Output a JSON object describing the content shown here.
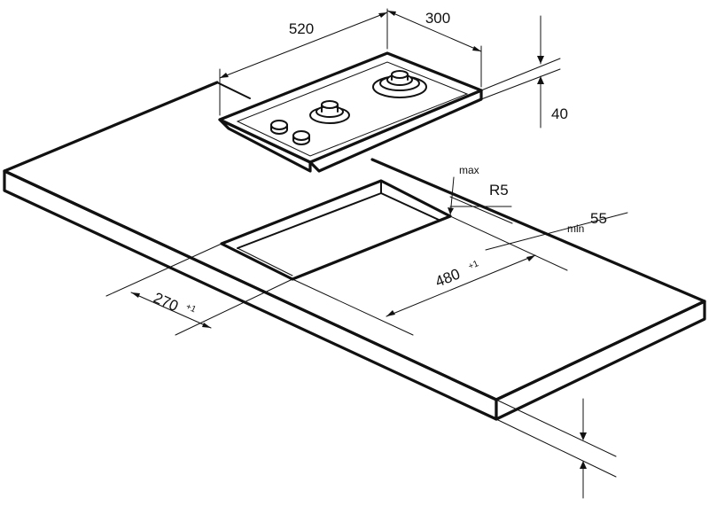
{
  "labels": {
    "hob_width": "520",
    "hob_depth": "300",
    "hob_height": "40",
    "corner_radius_prefix": "max",
    "corner_radius": "R5",
    "edge_clearance_prefix": "min",
    "edge_clearance": "55",
    "cutout_width": "480",
    "cutout_width_tolerance": "+1",
    "cutout_depth": "270",
    "cutout_depth_tolerance": "+1"
  }
}
